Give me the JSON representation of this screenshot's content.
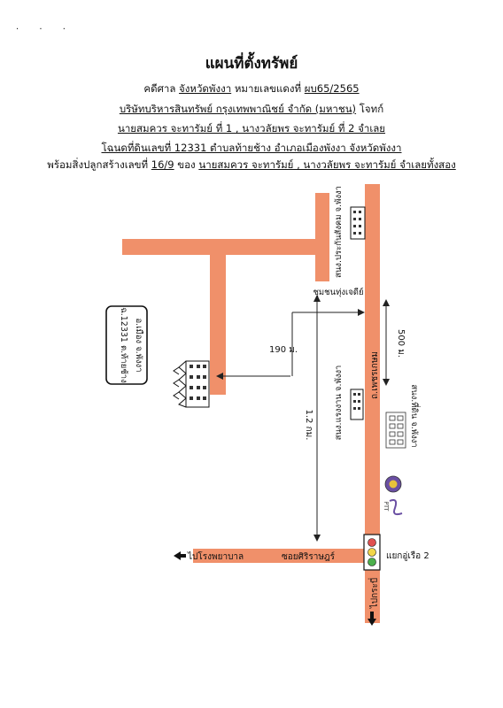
{
  "header": {
    "title": "แผนที่ตั้งทรัพย์",
    "case_label": "คดีศาล",
    "case_court": "จังหวัดพังงา",
    "case_no_label": "หมายเลขแดงที่",
    "case_no": "ผบ65/2565",
    "plaintiff": "บริษัทบริหารสินทรัพย์ กรุงเทพพาณิชย์ จำกัด (มหาชน)",
    "plaintiff_suffix": "โจทก์",
    "defendants": "นายสมควร จะทารัมย์ ที่ 1 , นางวลัยพร จะทารัมย์ ที่ 2 จำเลย",
    "deed": "โฉนดที่ดินเลขที่ 12331 ตำบลท้ายช้าง อำเภอเมืองพังงา จังหวัดพังงา",
    "building_label": "พร้อมสิ่งปลูกสร้างเลขที่",
    "building_no": "16/9",
    "owner_label": "ของ",
    "owners": "นายสมควร จะทารัมย์ , นางวลัยพร จะทารัมย์ จำเลยทั้งสอง"
  },
  "map": {
    "property_box_line1": "ฉ.12331 ต.ท้ายช้าง",
    "property_box_line2": "อ.เมือง จ.พังงา",
    "distance_190": "190 ม.",
    "distance_1_2": "1.2 กม.",
    "distance_500": "500 ม.",
    "office_cooperative": "สนง.ประกันสังคม จ.พังงา",
    "community": "ชุมชนทุ่งเจดีย์",
    "labor_office": "สนง.แรงงาน จ.พังงา",
    "main_road": "ถ.เพชรเกษม",
    "land_office": "สนง.ที่ดิน จ.พังงา",
    "soi": "ซอยศิริราษฎร์",
    "to_hospital": "ไปโรงพยาบาล",
    "junction": "แยกอู่เรือ 2",
    "to_krabi": "ไปกระบี่",
    "ptt_label": "PTT"
  },
  "colors": {
    "road": "#F0906A",
    "ink": "#111111",
    "arrow": "#222222"
  }
}
